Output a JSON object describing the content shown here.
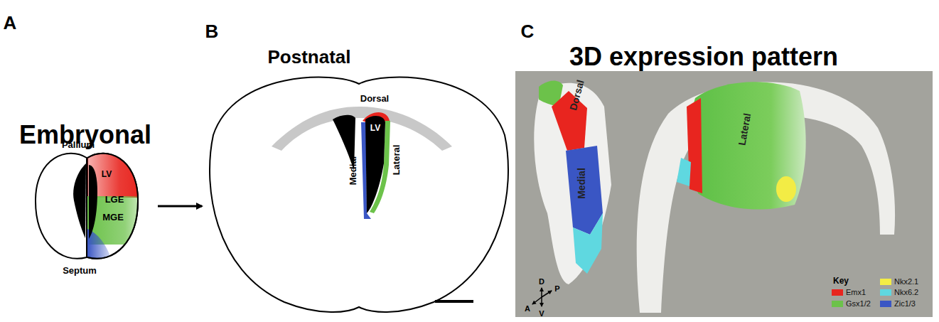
{
  "diagram": {
    "labels": [
      "A",
      "Embryonal",
      "Pallium",
      "LV",
      "LGE",
      "MGE",
      "Septum",
      "B",
      "Postnatal",
      "Dorsal",
      "LV",
      "Medial",
      "Lateral",
      "C",
      "3D expression pattern",
      "Dorsal",
      "Medial",
      "Lateral",
      "D",
      "P",
      "A",
      "V",
      "Key"
    ],
    "legend": [
      {
        "text": "Emx1",
        "color": "#e8251f"
      },
      {
        "text": "Gsx1/2",
        "color": "#6cc24a"
      },
      {
        "text": "Nkx2.1",
        "color": "#f3ec45"
      },
      {
        "text": "Nkx6.2",
        "color": "#5fd8e0"
      },
      {
        "text": "Zic1/3",
        "color": "#3a56c4"
      }
    ]
  }
}
